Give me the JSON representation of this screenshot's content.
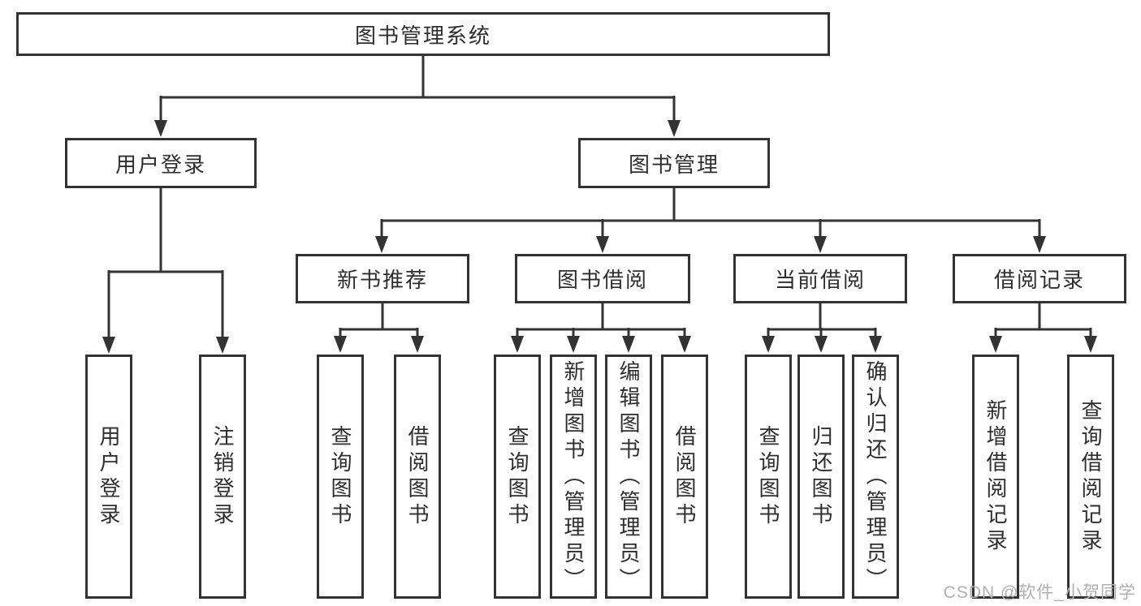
{
  "diagram": {
    "root": {
      "label": "图书管理系统"
    },
    "level2": [
      {
        "id": "user-login",
        "label": "用户登录"
      },
      {
        "id": "book-management",
        "label": "图书管理"
      }
    ],
    "level3": [
      {
        "id": "new-book-recommend",
        "label": "新书推荐"
      },
      {
        "id": "book-borrow",
        "label": "图书借阅"
      },
      {
        "id": "current-borrow",
        "label": "当前借阅"
      },
      {
        "id": "borrow-record",
        "label": "借阅记录"
      }
    ],
    "leaves": [
      {
        "id": "user-login",
        "label": "用户登录"
      },
      {
        "id": "logout-login",
        "label": "注销登录"
      },
      {
        "id": "query-books-recommend",
        "label": "查询图书"
      },
      {
        "id": "borrow-books-recommend",
        "label": "借阅图书"
      },
      {
        "id": "query-books-borrow",
        "label": "查询图书"
      },
      {
        "id": "add-book-admin",
        "label": "新增图书（管理员）"
      },
      {
        "id": "edit-book-admin",
        "label": "编辑图书（管理员）"
      },
      {
        "id": "borrow-books-borrow",
        "label": "借阅图书"
      },
      {
        "id": "query-books-current",
        "label": "查询图书"
      },
      {
        "id": "return-book",
        "label": "归还图书"
      },
      {
        "id": "confirm-return-admin",
        "label": "确认归还（管理员）"
      },
      {
        "id": "add-borrow-record",
        "label": "新增借阅记录"
      },
      {
        "id": "query-borrow-record",
        "label": "查询借阅记录"
      }
    ]
  },
  "watermark": {
    "text": "CSDN @软件_小贺同学"
  },
  "colors": {
    "line": "#333333",
    "text": "#2e2e2e",
    "box_bg": "#ffffff",
    "watermark": "#b0b0b0"
  }
}
